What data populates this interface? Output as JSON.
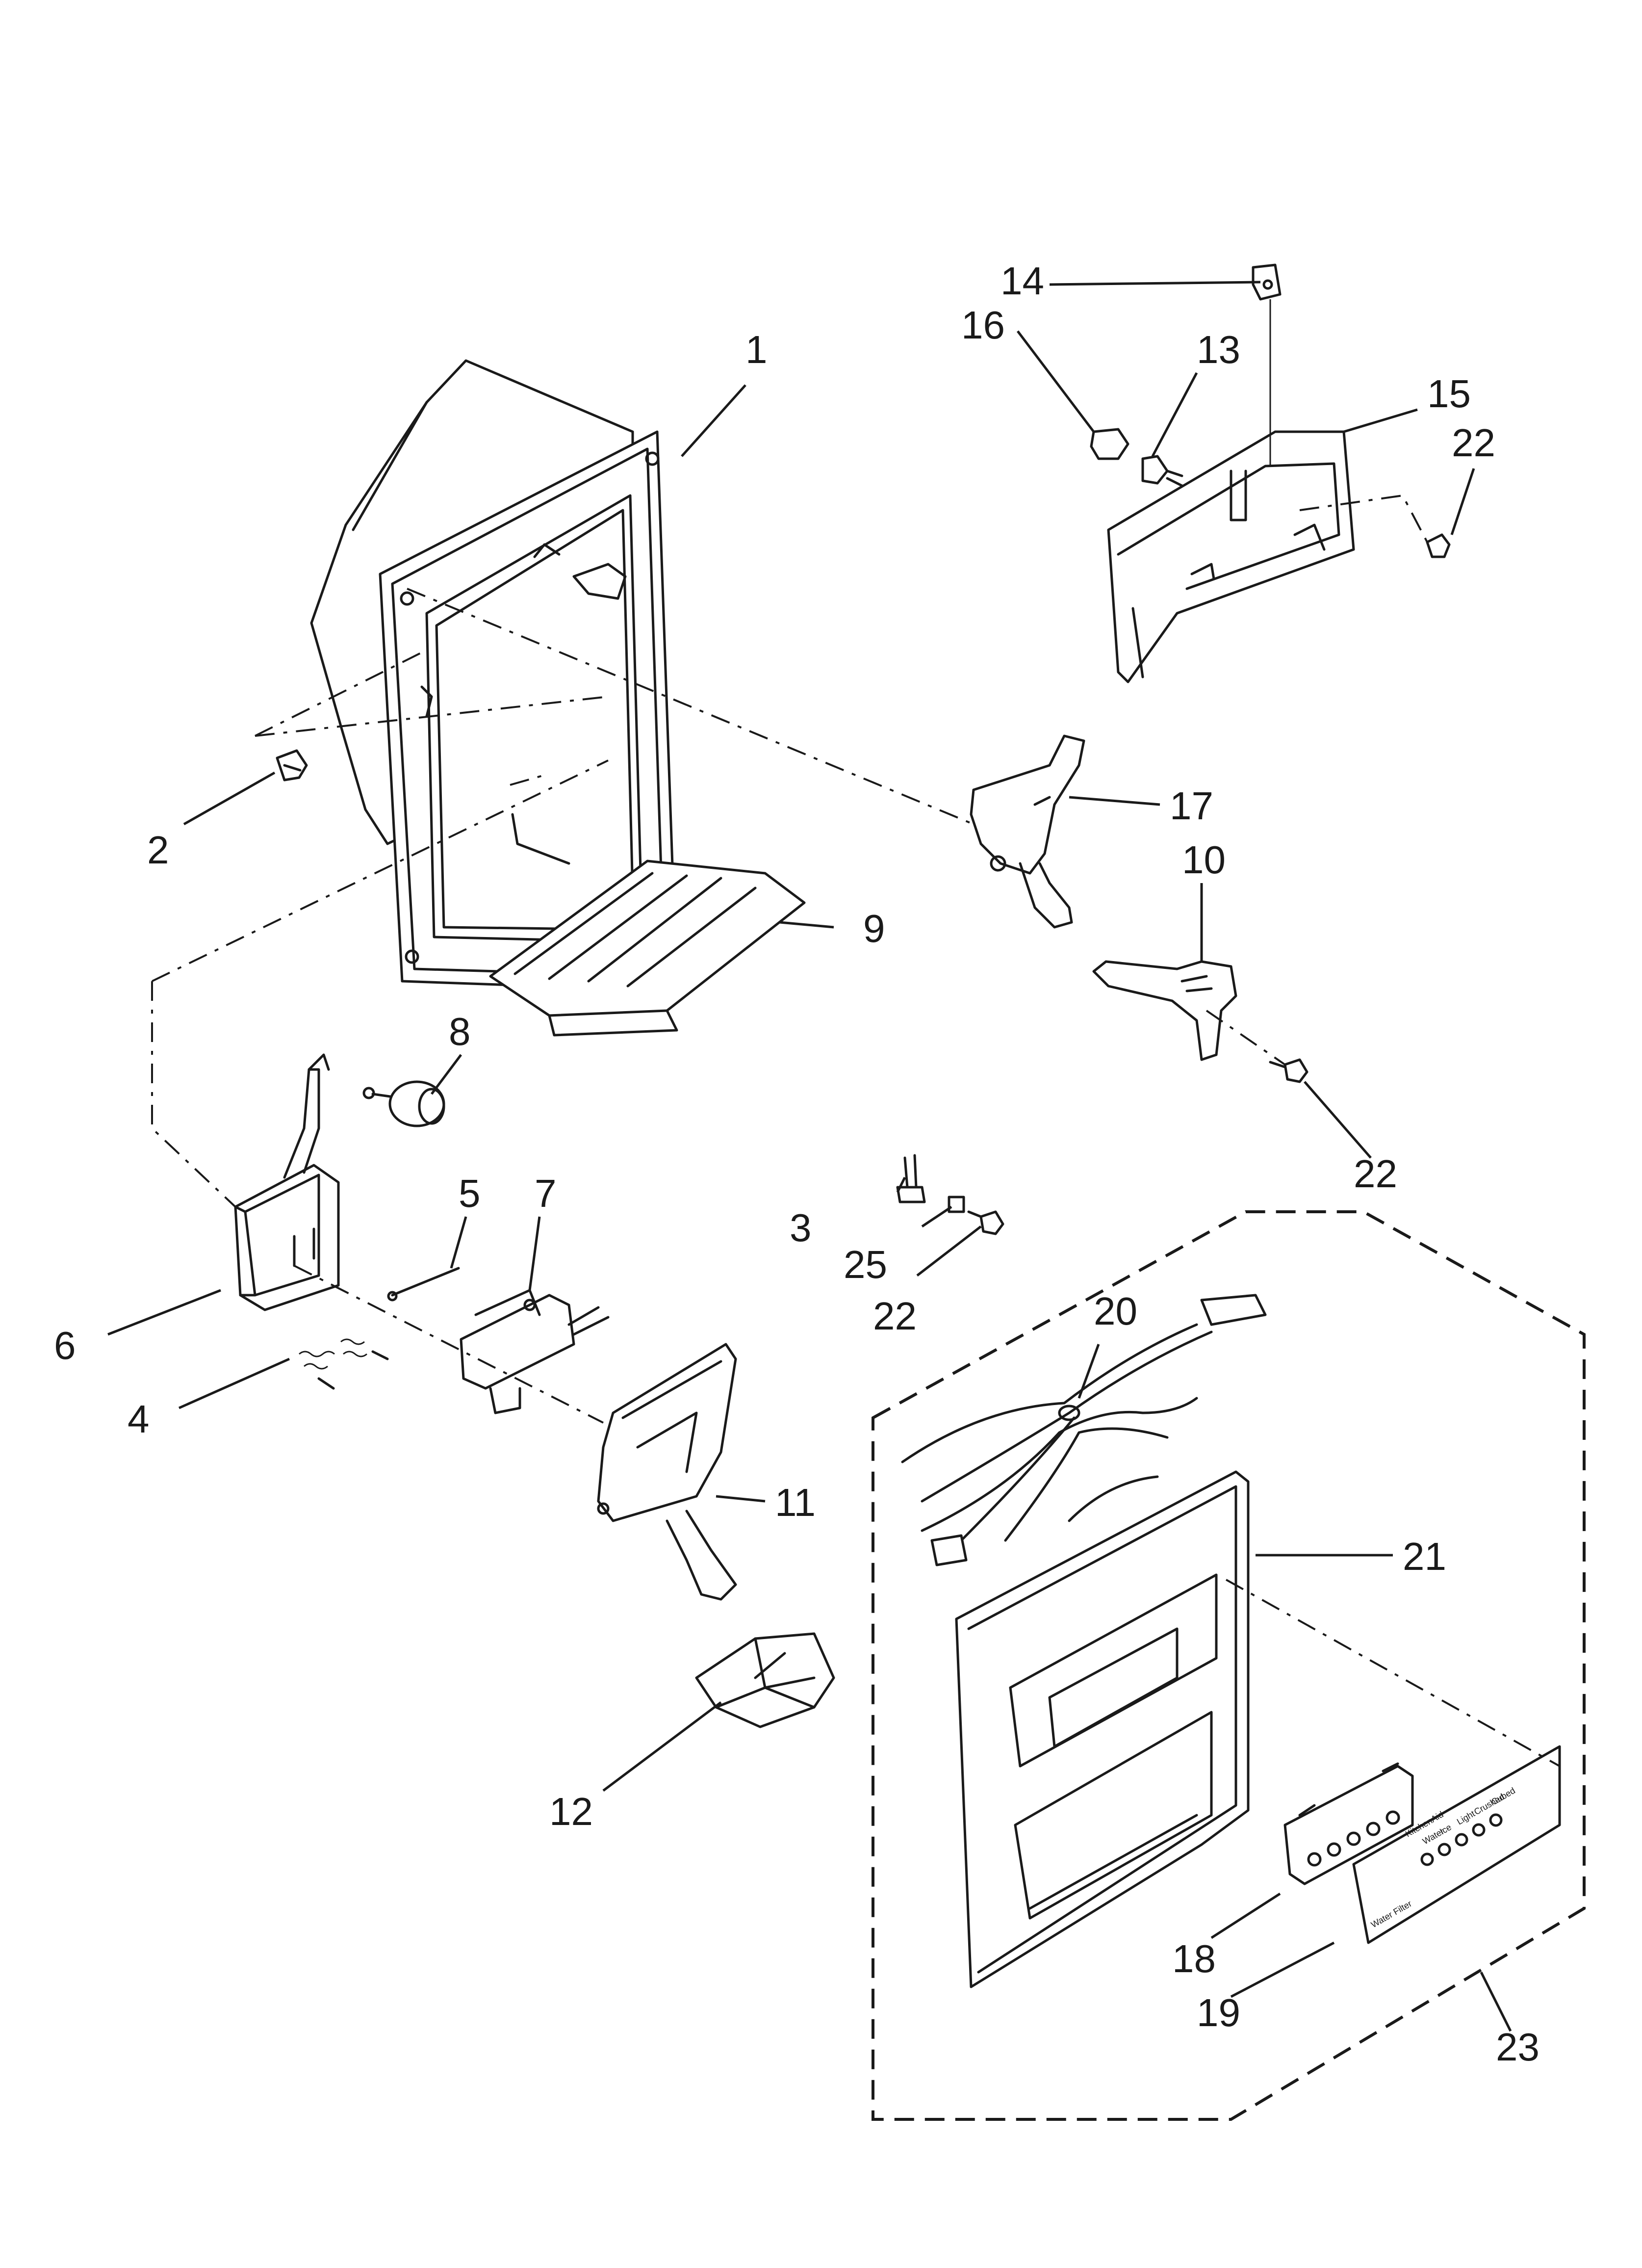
{
  "callouts": {
    "c1": "1",
    "c2": "2",
    "c3": "3",
    "c4": "4",
    "c5": "5",
    "c6": "6",
    "c7": "7",
    "c8": "8",
    "c9": "9",
    "c10": "10",
    "c11": "11",
    "c12": "12",
    "c13": "13",
    "c14": "14",
    "c15": "15",
    "c16": "16",
    "c17": "17",
    "c18": "18",
    "c19": "19",
    "c20": "20",
    "c21": "21",
    "c22a": "22",
    "c22b": "22",
    "c22c": "22",
    "c23": "23",
    "c25": "25"
  },
  "control_panel": {
    "brand": "KitchenAid",
    "labels": [
      "Water",
      "Ice",
      "Light",
      "Crushed",
      "Cubed"
    ],
    "water_filter_label": "Water Filter"
  },
  "colors": {
    "line": "#1a1a1a",
    "background": "#ffffff"
  }
}
